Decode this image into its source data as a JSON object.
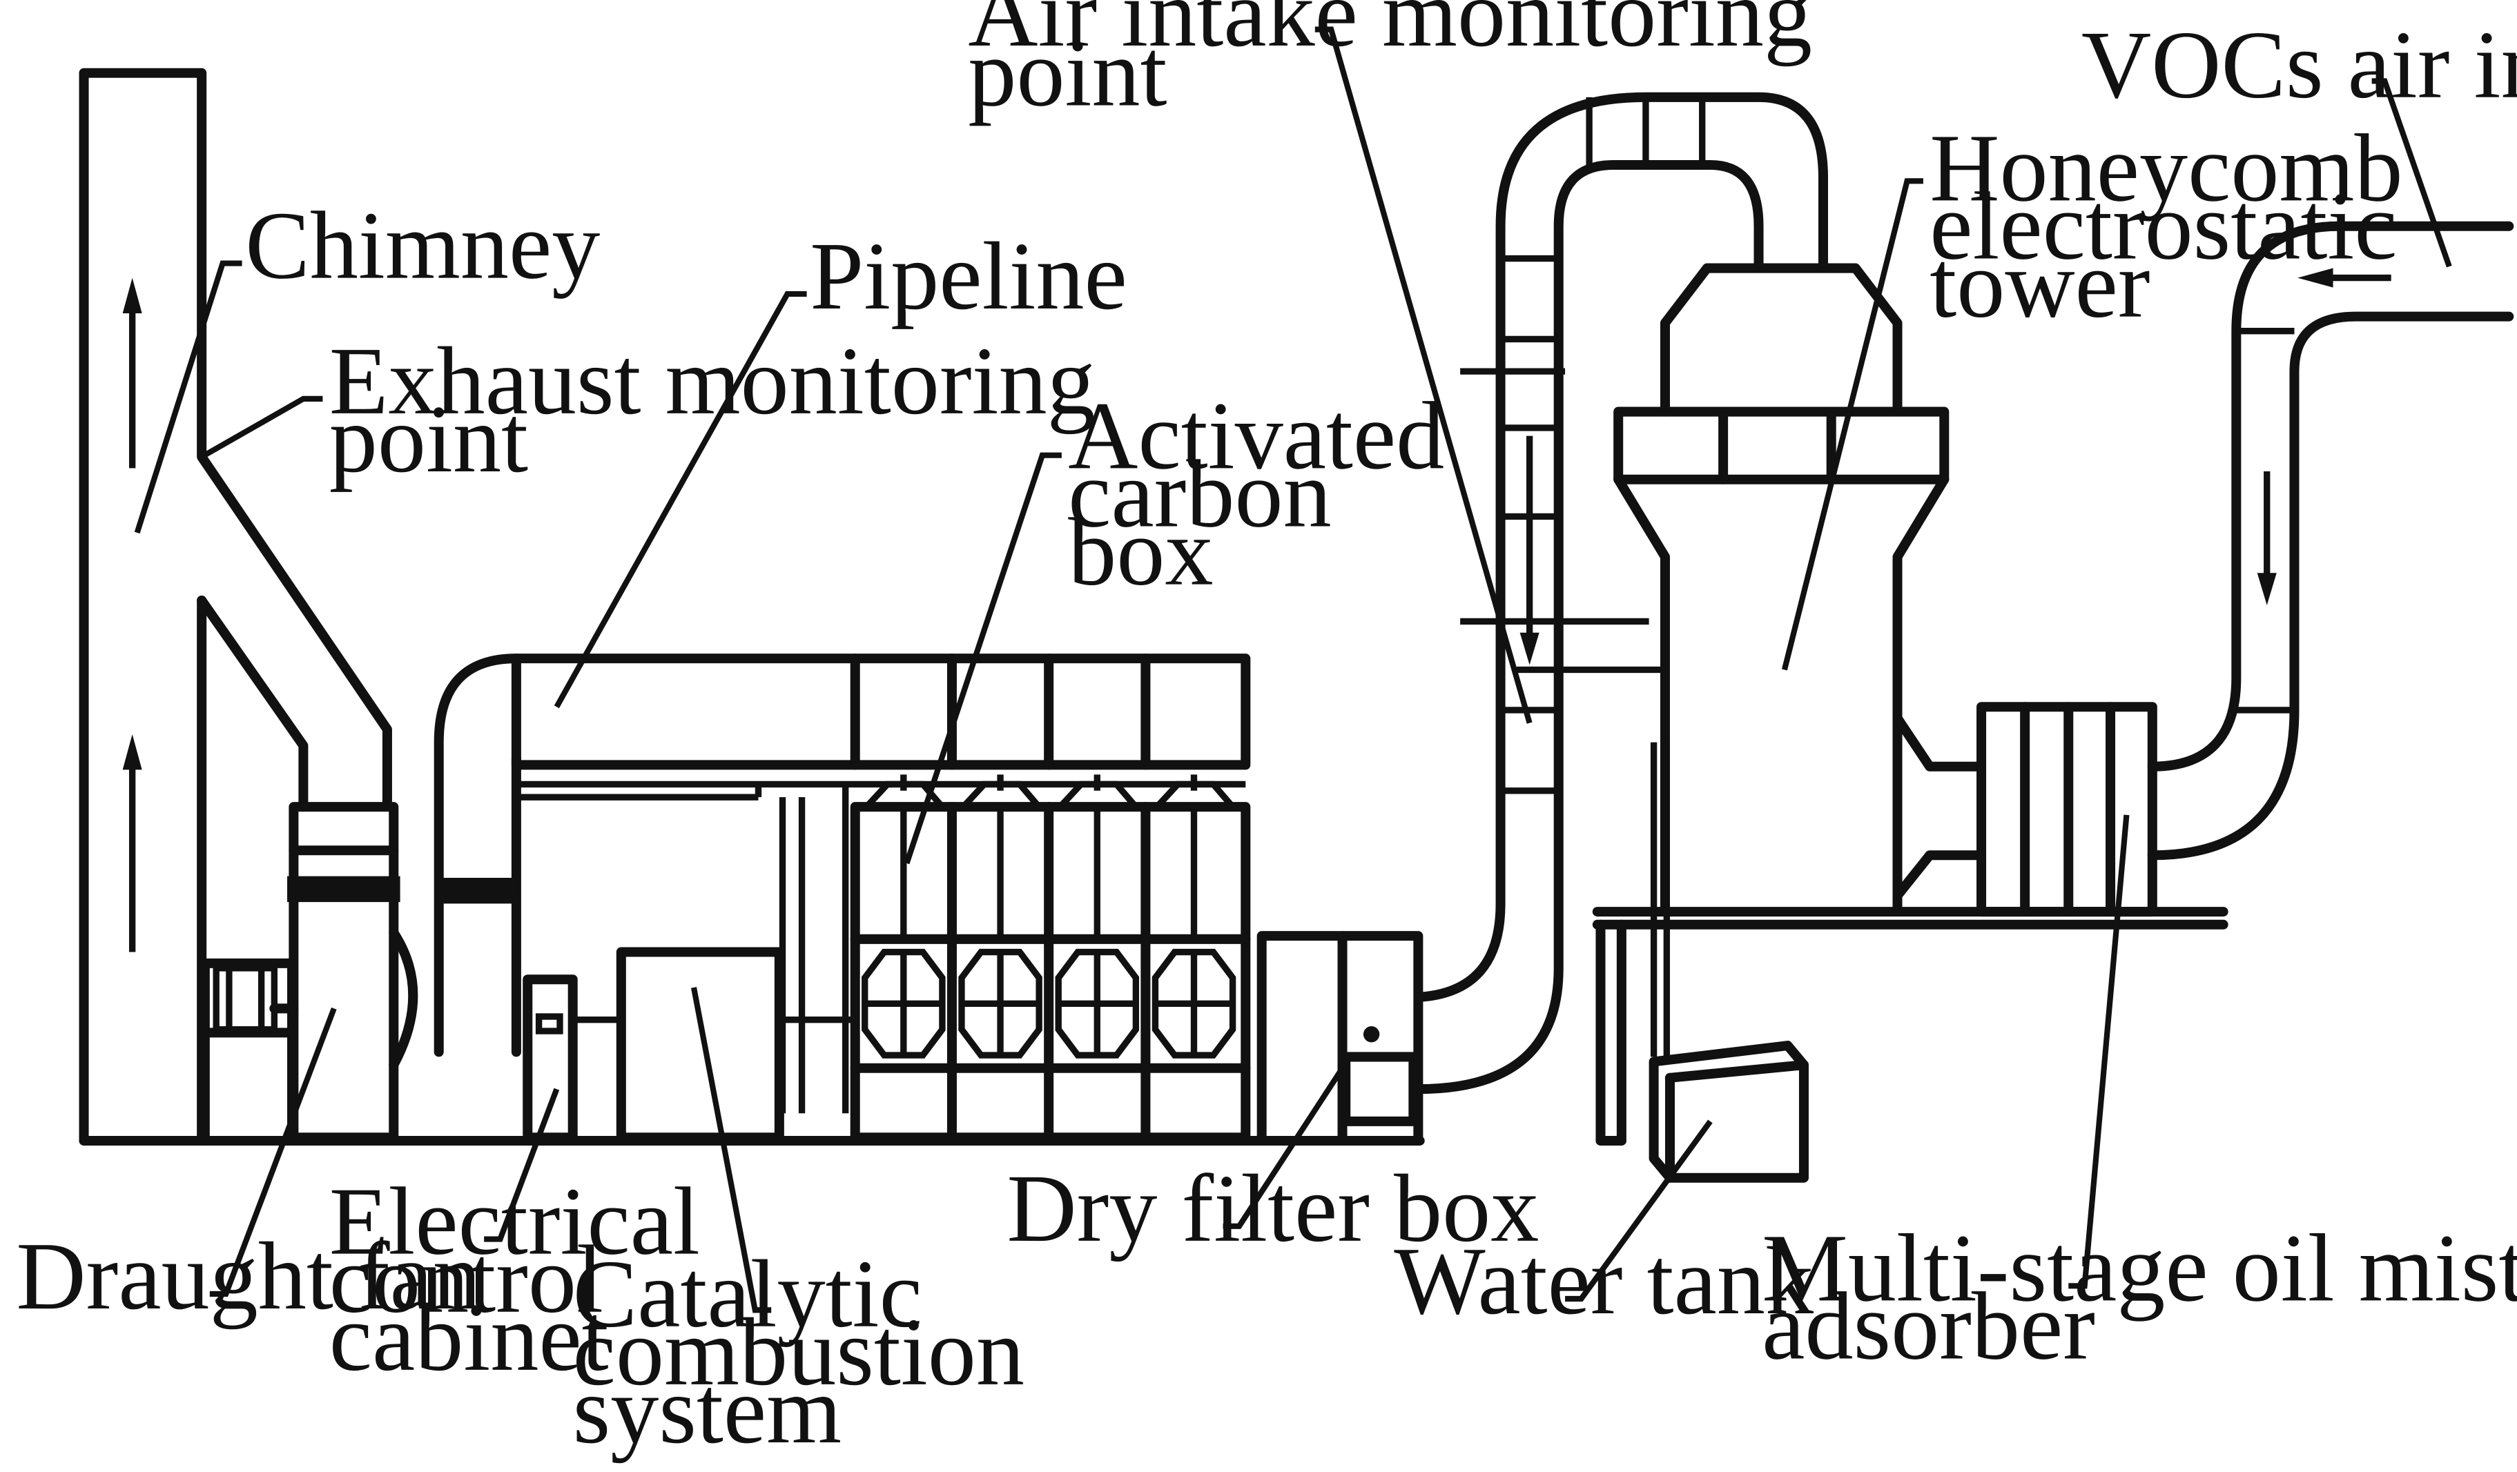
{
  "labels": {
    "chimney": "Chimney",
    "exhaust_monitoring_point": [
      "Exhaust monitoring",
      "point"
    ],
    "pipeline": "Pipeline",
    "activated_carbon_box": [
      "Activated",
      "carbon",
      "box"
    ],
    "air_intake_monitoring_point": [
      "Air intake monitoring",
      "point"
    ],
    "vocs_air_intake": "VOCs air intake",
    "honeycomb_electrostatic_tower": [
      "Honeycomb",
      "electrostatic",
      "tower"
    ],
    "draught_fan": "Draught fan",
    "electrical_control_cabinet": [
      "Electrical",
      "control",
      "cabinet"
    ],
    "catalytic_combustion_system": [
      "Catalytic",
      "combustion",
      "system"
    ],
    "dry_filter_box": "Dry filter box",
    "water_tank": "Water tank",
    "multi_stage_oil_mist_adsorber": [
      "Multi-stage oil mist",
      "adsorber"
    ]
  },
  "colors": {
    "line": "#111111",
    "background": "#ffffff"
  }
}
